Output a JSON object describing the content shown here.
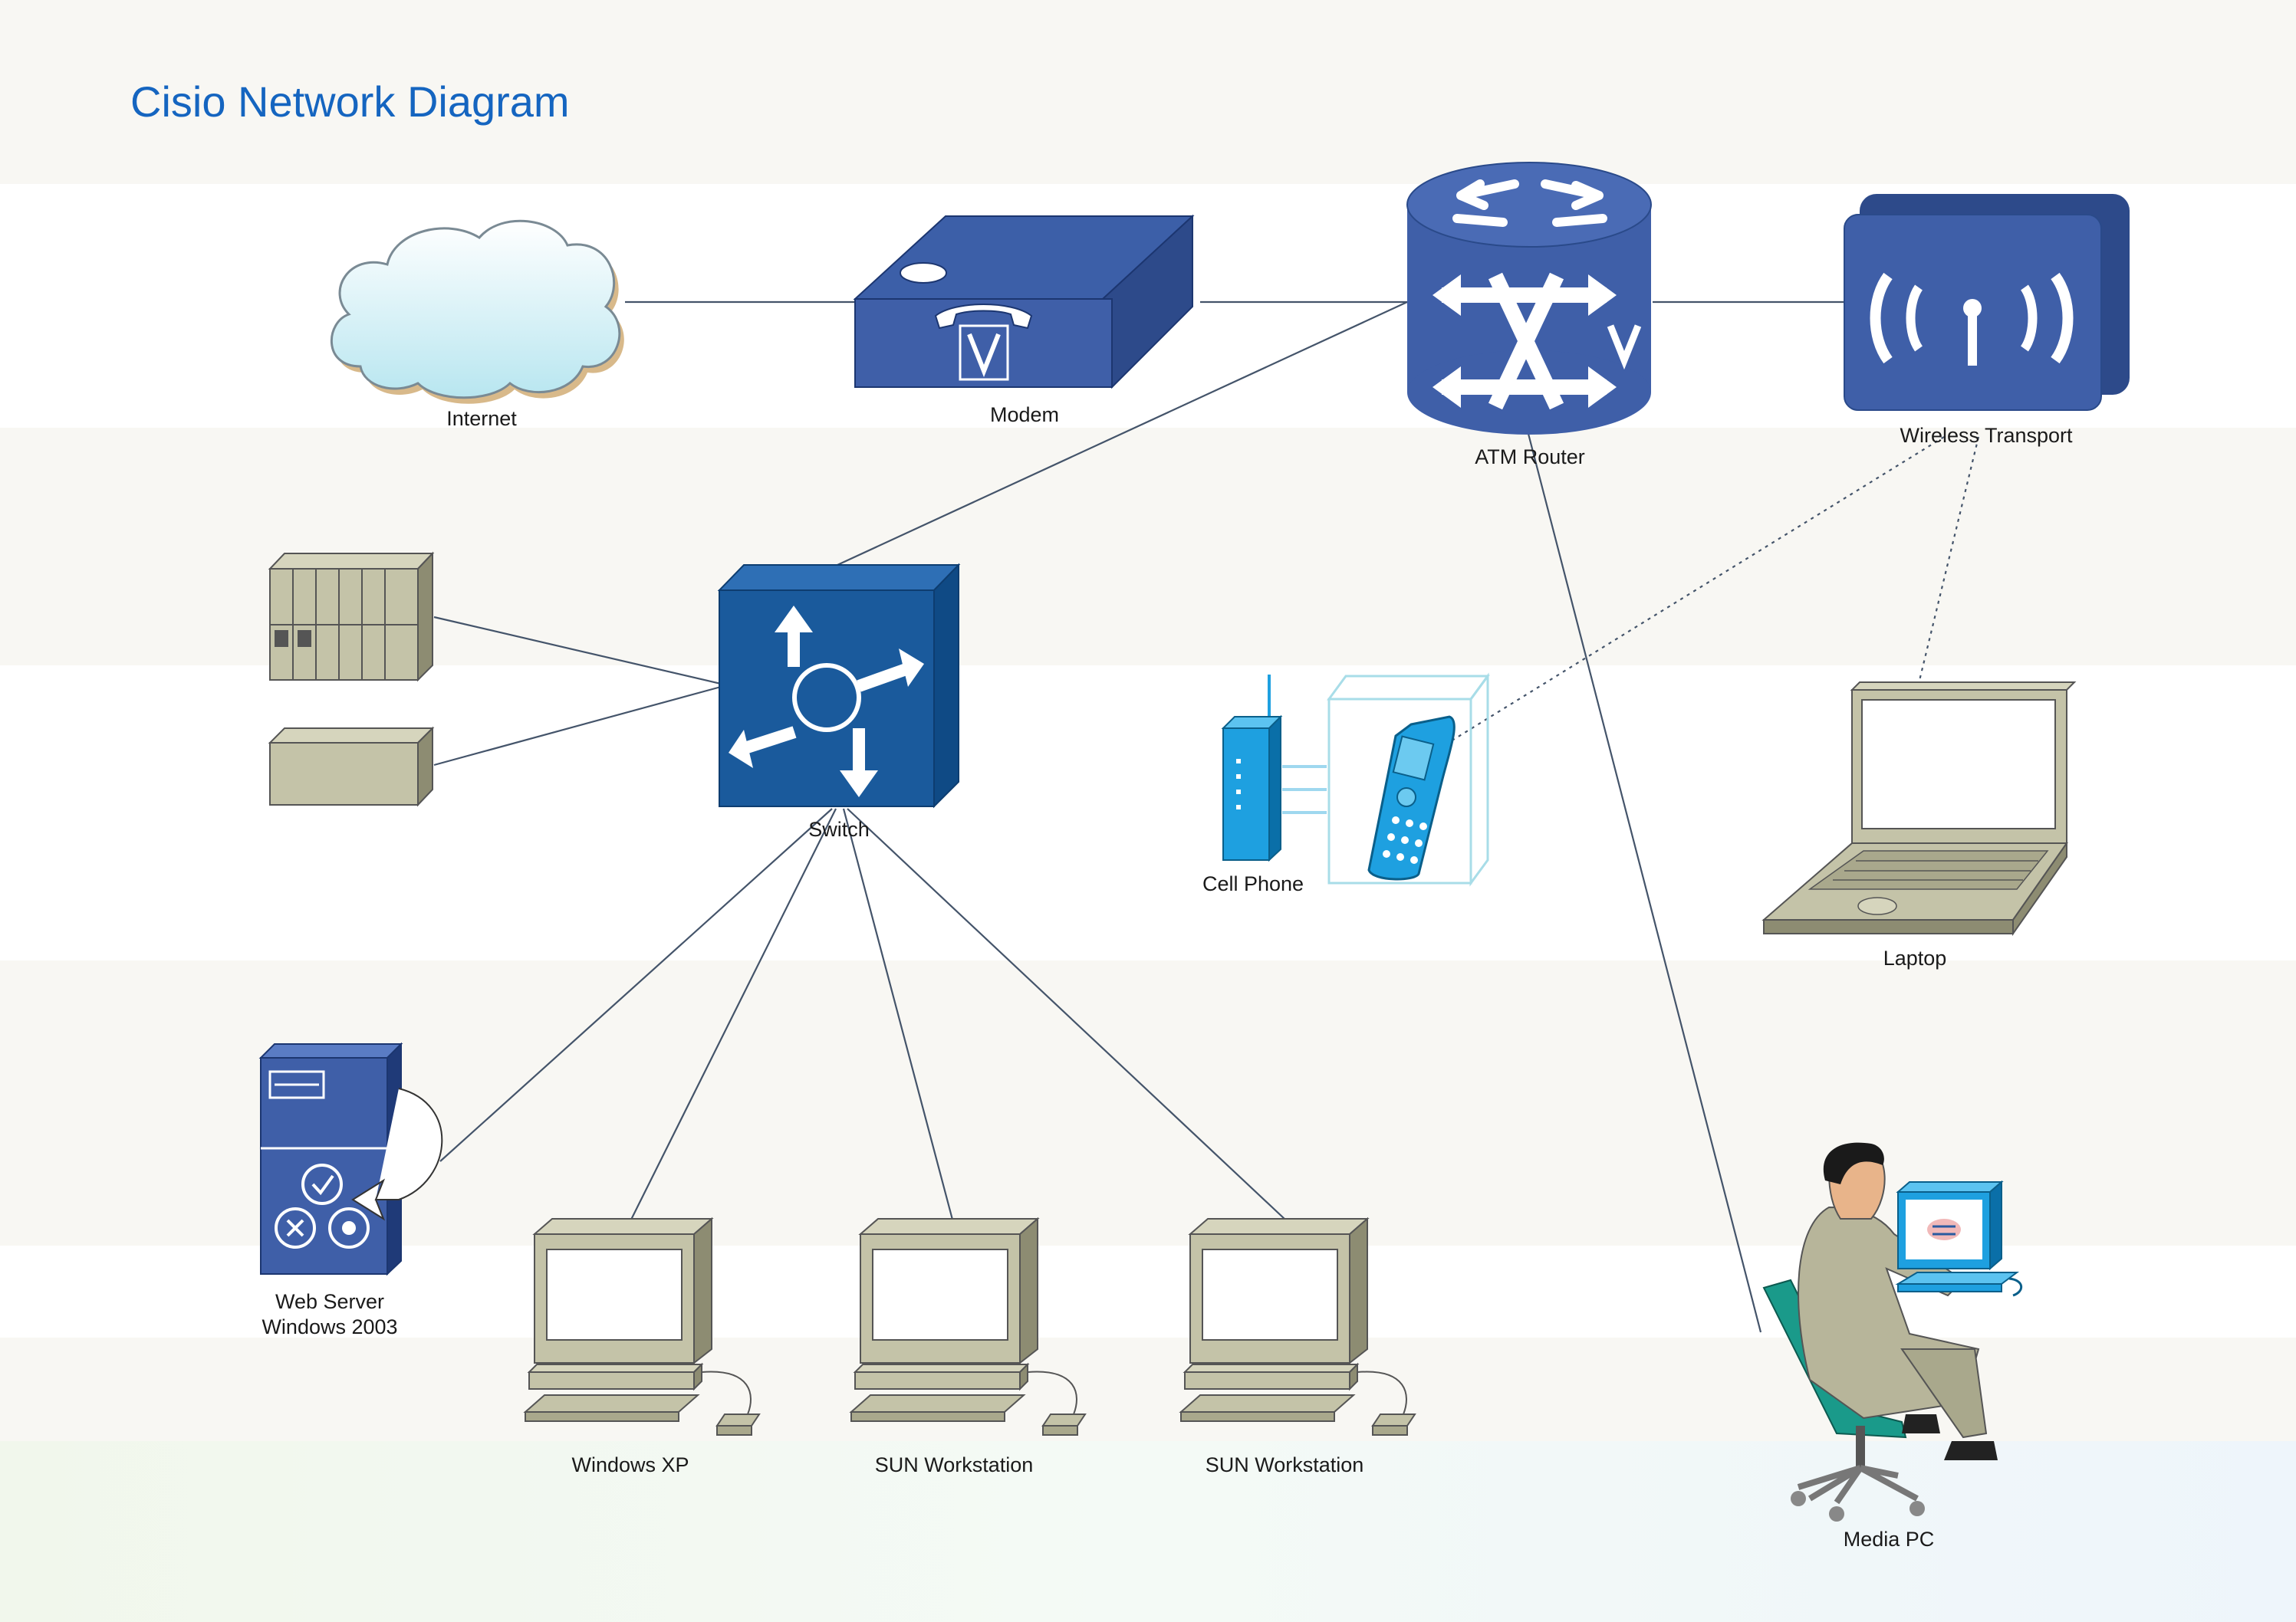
{
  "title": "Cisio Network Diagram",
  "nodes": {
    "internet": {
      "label": "Internet",
      "icon": "cloud-icon"
    },
    "modem": {
      "label": "Modem",
      "icon": "modem-icon"
    },
    "atm_router": {
      "label": "ATM Router",
      "icon": "atm-router-icon"
    },
    "wireless": {
      "label": "Wireless Transport",
      "icon": "wireless-transport-icon"
    },
    "switch": {
      "label": "Switch",
      "icon": "switch-icon"
    },
    "cell_phone": {
      "label": "Cell Phone",
      "icon": "cell-phone-icon"
    },
    "laptop": {
      "label": "Laptop",
      "icon": "laptop-icon"
    },
    "web_server": {
      "label_line1": "Web Server",
      "label_line2": "Windows 2003",
      "icon": "web-server-icon"
    },
    "pc1": {
      "label": "Windows XP",
      "icon": "workstation-icon"
    },
    "pc2": {
      "label": "SUN Workstation",
      "icon": "workstation-icon"
    },
    "pc3": {
      "label": "SUN Workstation",
      "icon": "workstation-icon"
    },
    "media_pc": {
      "label": "Media PC",
      "icon": "person-at-computer-icon"
    },
    "rack_server": {
      "icon": "rack-server-icon"
    },
    "storage_box": {
      "icon": "storage-box-icon"
    }
  },
  "connections": [
    {
      "from": "Internet",
      "to": "Modem",
      "style": "solid"
    },
    {
      "from": "Modem",
      "to": "ATM Router",
      "style": "solid"
    },
    {
      "from": "ATM Router",
      "to": "Wireless Transport",
      "style": "solid"
    },
    {
      "from": "ATM Router",
      "to": "Switch",
      "style": "solid"
    },
    {
      "from": "ATM Router",
      "to": "Media PC",
      "style": "solid"
    },
    {
      "from": "Wireless Transport",
      "to": "Cell Phone",
      "style": "dotted"
    },
    {
      "from": "Wireless Transport",
      "to": "Laptop",
      "style": "dotted"
    },
    {
      "from": "Switch",
      "to": "rack server",
      "style": "solid"
    },
    {
      "from": "Switch",
      "to": "storage box",
      "style": "solid"
    },
    {
      "from": "Switch",
      "to": "Web Server",
      "style": "solid"
    },
    {
      "from": "Switch",
      "to": "Windows XP",
      "style": "solid"
    },
    {
      "from": "Switch",
      "to": "SUN Workstation",
      "style": "solid"
    },
    {
      "from": "Switch",
      "to": "SUN Workstation",
      "style": "solid"
    }
  ],
  "colors": {
    "title": "#1565c0",
    "cisco_blue": "#3f5fa8",
    "switch_blue": "#1a5a9c",
    "device_beige": "#c4c3a8",
    "accent_cyan": "#1ea0e0",
    "band": "#f8f7f3",
    "line": "#44546a"
  }
}
